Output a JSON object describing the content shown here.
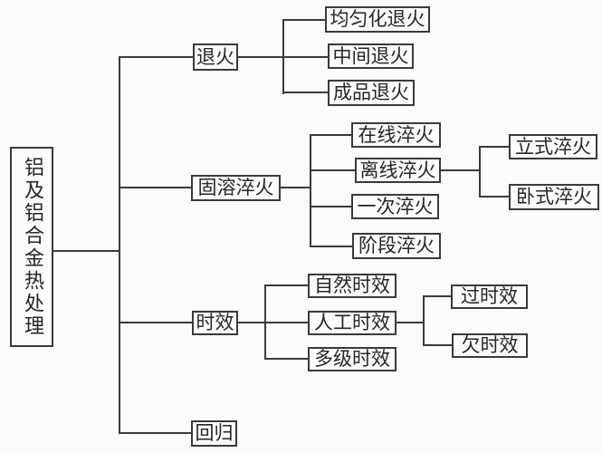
{
  "diagram": {
    "root": {
      "label": "铝及铝合金热处理"
    },
    "branches": [
      {
        "label": "退火",
        "children": [
          {
            "label": "均匀化退火"
          },
          {
            "label": "中间退火"
          },
          {
            "label": "成品退火"
          }
        ]
      },
      {
        "label": "固溶淬火",
        "children": [
          {
            "label": "在线淬火"
          },
          {
            "label": "离线淬火",
            "children": [
              {
                "label": "立式淬火"
              },
              {
                "label": "卧式淬火"
              }
            ]
          },
          {
            "label": "一次淬火"
          },
          {
            "label": "阶段淬火"
          }
        ]
      },
      {
        "label": "时效",
        "children": [
          {
            "label": "自然时效"
          },
          {
            "label": "人工时效",
            "children": [
              {
                "label": "过时效"
              },
              {
                "label": "欠时效"
              }
            ]
          },
          {
            "label": "多级时效"
          }
        ]
      },
      {
        "label": "回归",
        "children": []
      }
    ]
  }
}
